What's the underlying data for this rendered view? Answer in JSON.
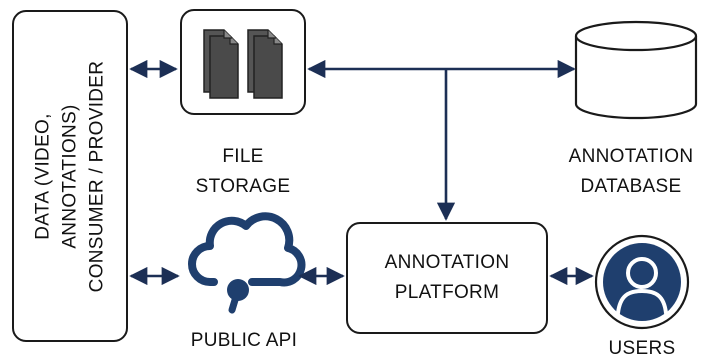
{
  "diagram": {
    "consumer_provider": {
      "line1": "DATA (VIDEO,",
      "line2": "ANNOTATIONS)",
      "line3": "CONSUMER / PROVIDER"
    },
    "file_storage": {
      "line1": "FILE",
      "line2": "STORAGE",
      "icon": "documents-icon"
    },
    "annotation_database": {
      "line1": "ANNOTATION",
      "line2": "DATABASE",
      "icon": "database-cylinder-icon"
    },
    "annotation_platform": {
      "line1": "ANNOTATION",
      "line2": "PLATFORM"
    },
    "public_api": {
      "label": "PUBLIC API",
      "icon": "cloud-api-icon"
    },
    "users": {
      "label": "USERS",
      "icon": "user-icon"
    },
    "colors": {
      "accent": "#1f3f6e",
      "stroke": "#1a1a1a",
      "arrow": "#1c2f55"
    }
  }
}
